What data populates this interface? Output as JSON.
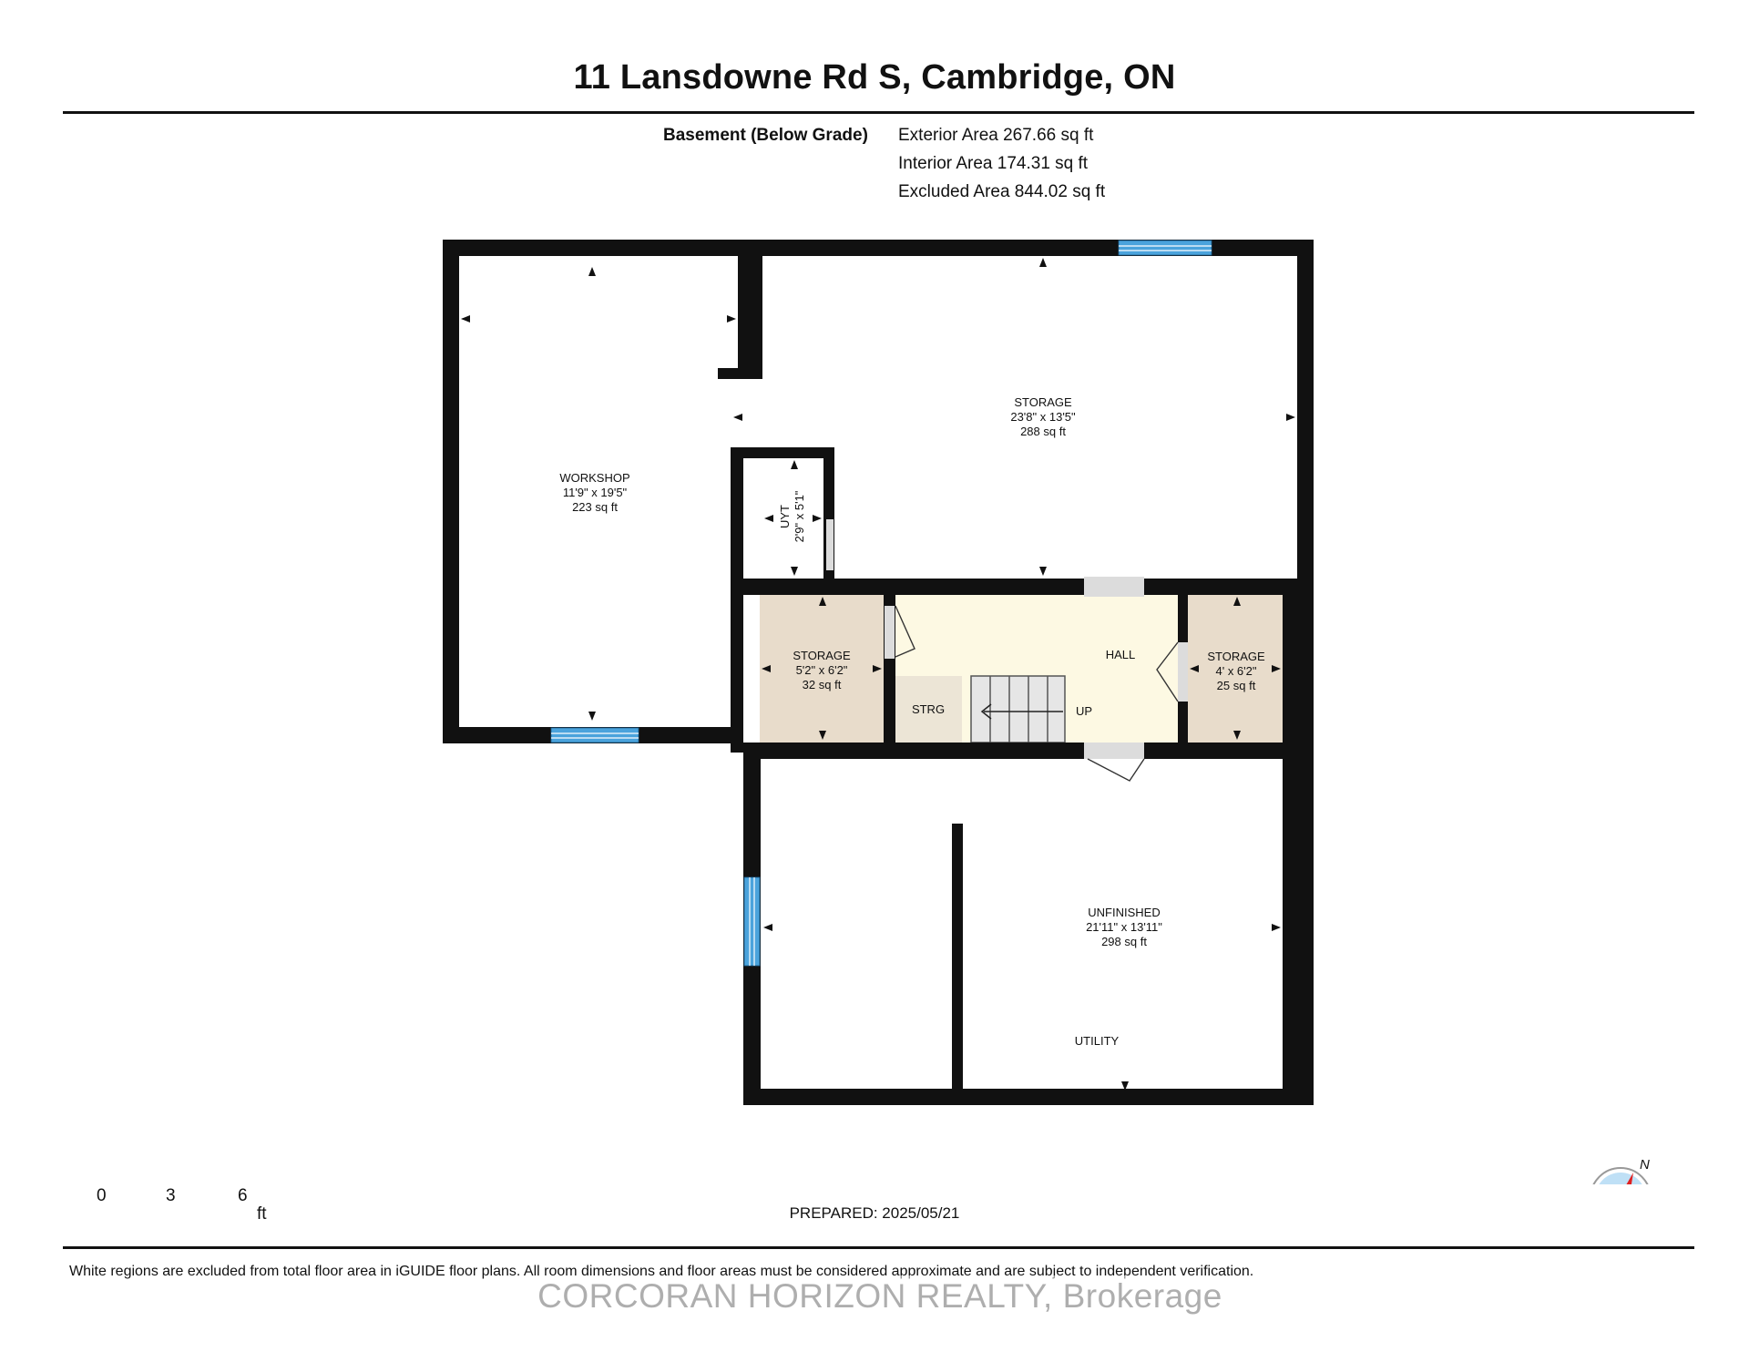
{
  "title": "11 Lansdowne Rd S, Cambridge, ON",
  "summary": {
    "level": "Basement (Below Grade)",
    "exterior": "Exterior Area 267.66 sq ft",
    "interior": "Interior Area 174.31 sq ft",
    "excluded": "Excluded Area 844.02 sq ft"
  },
  "rooms": {
    "workshop": {
      "name": "WORKSHOP",
      "dims": "11'9\" x 19'5\"",
      "area": "223 sq ft"
    },
    "storage_main": {
      "name": "STORAGE",
      "dims": "23'8\" x 13'5\"",
      "area": "288 sq ft"
    },
    "uyt": {
      "name": "UYT",
      "dims": "2'9\" x 5'1\""
    },
    "storage_left": {
      "name": "STORAGE",
      "dims": "5'2\" x 6'2\"",
      "area": "32 sq ft"
    },
    "hall": {
      "name": "HALL"
    },
    "strg": {
      "name": "STRG"
    },
    "stair": {
      "name": "UP"
    },
    "storage_right": {
      "name": "STORAGE",
      "dims": "4' x 6'2\"",
      "area": "25 sq ft"
    },
    "unfinished": {
      "name": "UNFINISHED",
      "dims": "21'11\" x 13'11\"",
      "area": "298 sq ft"
    },
    "utility": {
      "name": "UTILITY"
    }
  },
  "scale": {
    "ticks": [
      "0",
      "3",
      "6"
    ],
    "unit": "ft"
  },
  "compass": {
    "label": "N"
  },
  "prepared": "PREPARED: 2025/05/21",
  "disclaimer": "White regions are excluded from total floor area in iGUIDE floor plans. All room dimensions and floor areas must be considered approximate and are subject to independent verification.",
  "watermark": "CORCORAN HORIZON REALTY, Brokerage",
  "colors": {
    "wall": "#111111",
    "window": "#4aa3dc",
    "hall_fill": "#fdf9e3",
    "storage_fill": "#e8dccb",
    "strg_fill": "#ece5d6",
    "compass_red": "#e02020",
    "compass_blue": "#bfe0f6"
  }
}
